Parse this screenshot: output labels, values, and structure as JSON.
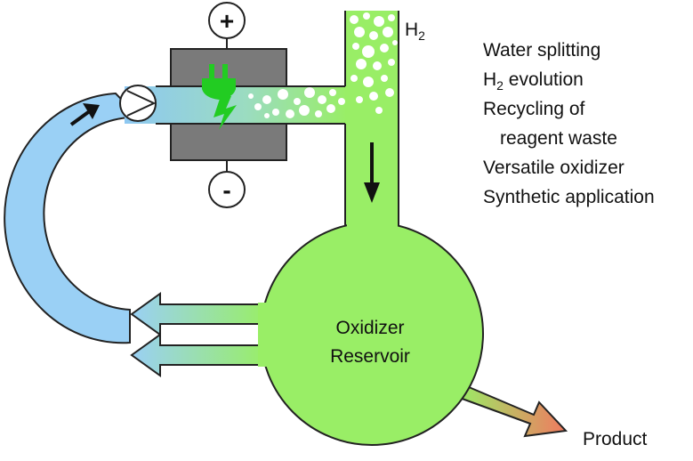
{
  "labels": {
    "plus": "+",
    "minus": "-",
    "h2_main": "H",
    "h2_sub": "2",
    "reservoir_line1": "Oxidizer",
    "reservoir_line2": "Reservoir",
    "product": "Product"
  },
  "features": {
    "line1": "Water splitting",
    "line2_main": "H",
    "line2_sub": "2",
    "line2_rest": " evolution",
    "line3": "Recycling of",
    "line4": "reagent waste",
    "line5": "Versatile oxidizer",
    "line6": "Synthetic application"
  },
  "icons": {
    "power": "plug-lightning-icon",
    "pump": "pump-icon",
    "flow_down": "arrow-down-icon",
    "flow_loop": "arrow-icon"
  },
  "colors": {
    "reservoir_green": "#99ee66",
    "loop_blue": "#9ad0f5",
    "plug_green": "#22cc22",
    "cell_gray": "#7a7a7a",
    "product_orange": "#f08060",
    "bubble": "#ffffff"
  }
}
